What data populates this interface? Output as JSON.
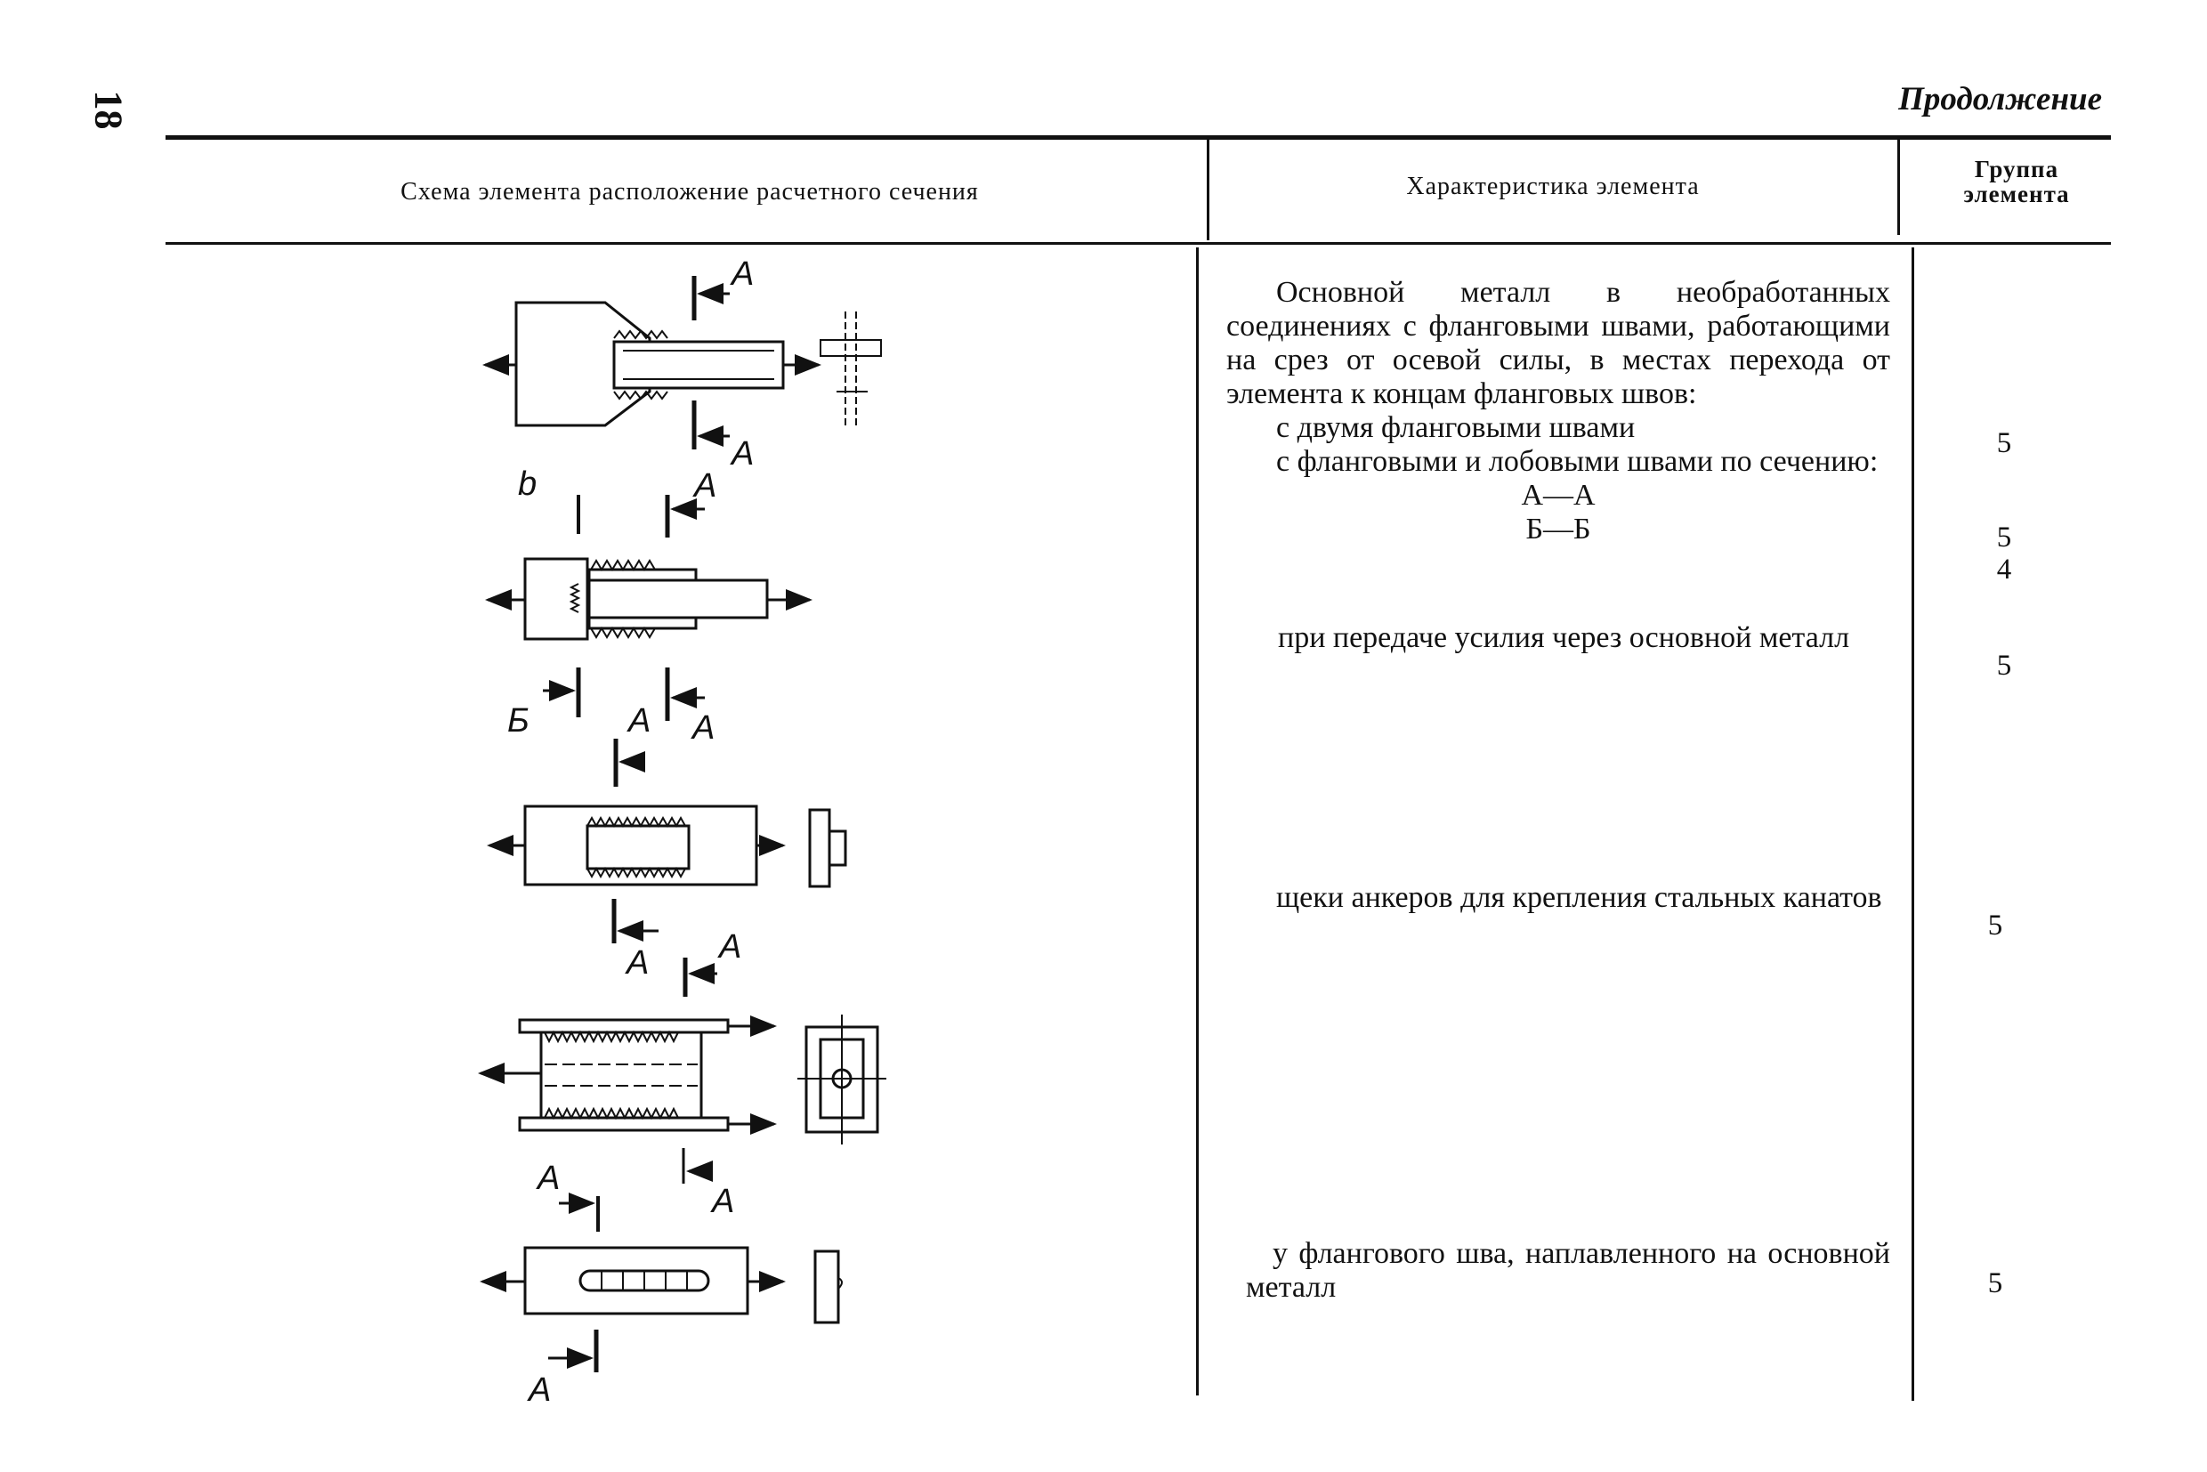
{
  "page": {
    "number": "18",
    "continuation": "Продолжение"
  },
  "header": {
    "col1": "Схема элемента расположение расчетного сечения",
    "col2": "Характеристика элемента",
    "col3_line1": "Группа",
    "col3_line2": "элемента"
  },
  "rows": {
    "r1": {
      "text": "Основной металл в необработанных соединениях с фланговыми швами, работающими на срез от осевой силы, в местах перехода от элемента к концам фланговых швов:",
      "sub1": "с двумя фланговыми швами",
      "group1": "5",
      "sub2": "с фланговыми и лобовыми швами по сечению:",
      "sec_aa": "А—А",
      "group_aa": "5",
      "sec_bb": "Б—Б",
      "group_bb": "4"
    },
    "r2": {
      "text": "при передаче усилия через основной металл",
      "group": "5"
    },
    "r3": {
      "text": "щеки анкеров для крепления стальных канатов",
      "group": "5"
    },
    "r4": {
      "text": "у флангового шва, наплавленного на основной металл",
      "group": "5"
    }
  },
  "labels": {
    "a": "А",
    "b": "b",
    "bb": "Б"
  }
}
